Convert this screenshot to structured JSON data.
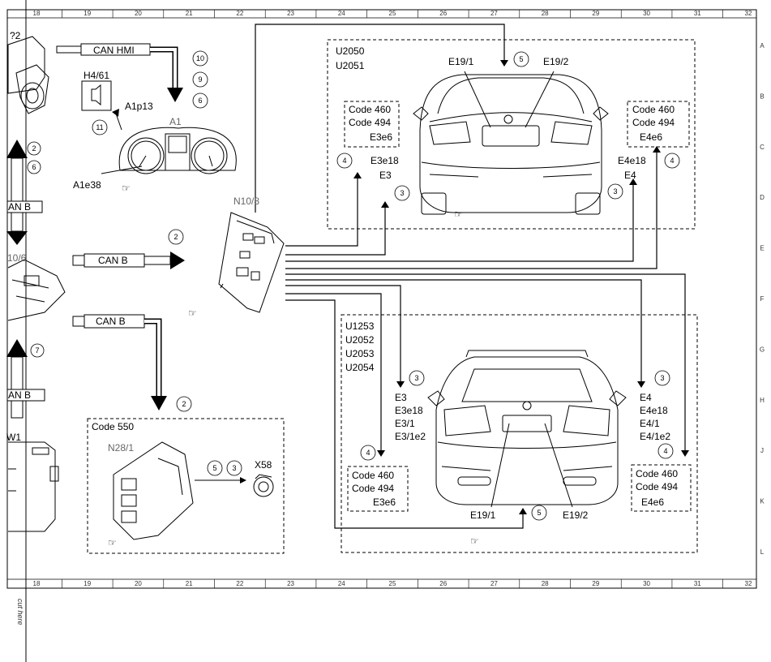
{
  "grid": {
    "columns": [
      "18",
      "19",
      "20",
      "21",
      "22",
      "23",
      "24",
      "25",
      "26",
      "27",
      "28",
      "29",
      "30",
      "31",
      "32"
    ],
    "rows": [
      "A",
      "B",
      "C",
      "D",
      "E",
      "F",
      "G",
      "H",
      "J",
      "K",
      "L"
    ]
  },
  "side_note": "cut here",
  "left_fragments": {
    "can_b_1": "AN B",
    "label_106": "10/6",
    "can_b_2": "AN B",
    "label_w1": "W1",
    "circle_2": "2",
    "circle_6": "6",
    "circle_7": "7"
  },
  "cluster": {
    "can_hmi": "CAN HMI",
    "h4_61": "H4/61",
    "a1p13": "A1p13",
    "a1": "A1",
    "a1e38": "A1e38",
    "circles": [
      "10",
      "9",
      "6",
      "11"
    ]
  },
  "module": {
    "n10_8": "N10/8",
    "can_b_left": "CAN B",
    "can_b_lower": "CAN B",
    "circle_2a": "2",
    "circle_2b": "2"
  },
  "code550": {
    "title": "Code 550",
    "n28_1": "N28/1",
    "x58": "X58",
    "circle_5": "5",
    "circle_3": "3"
  },
  "sedan": {
    "variants": [
      "U2050",
      "U2051"
    ],
    "e19_1": "E19/1",
    "e19_2": "E19/2",
    "circle_5": "5",
    "left_codes": [
      "Code 460",
      "Code 494",
      "E3e6"
    ],
    "right_codes": [
      "Code 460",
      "Code 494",
      "E4e6"
    ],
    "left_lamps": [
      "E3e18",
      "E3"
    ],
    "right_lamps": [
      "E4e18",
      "E4"
    ],
    "circle_4a": "4",
    "circle_3a": "3",
    "circle_4b": "4",
    "circle_3b": "3"
  },
  "wagon": {
    "variants": [
      "U1253",
      "U2052",
      "U2053",
      "U2054"
    ],
    "left_lamps": [
      "E3",
      "E3e18",
      "E3/1",
      "E3/1e2"
    ],
    "right_lamps": [
      "E4",
      "E4e18",
      "E4/1",
      "E4/1e2"
    ],
    "left_codes": [
      "Code 460",
      "Code 494",
      "E3e6"
    ],
    "right_codes": [
      "Code 460",
      "Code 494",
      "E4e6"
    ],
    "e19_1": "E19/1",
    "e19_2": "E19/2",
    "circle_3a": "3",
    "circle_4a": "4",
    "circle_3b": "3",
    "circle_4b": "4",
    "circle_5": "5"
  }
}
